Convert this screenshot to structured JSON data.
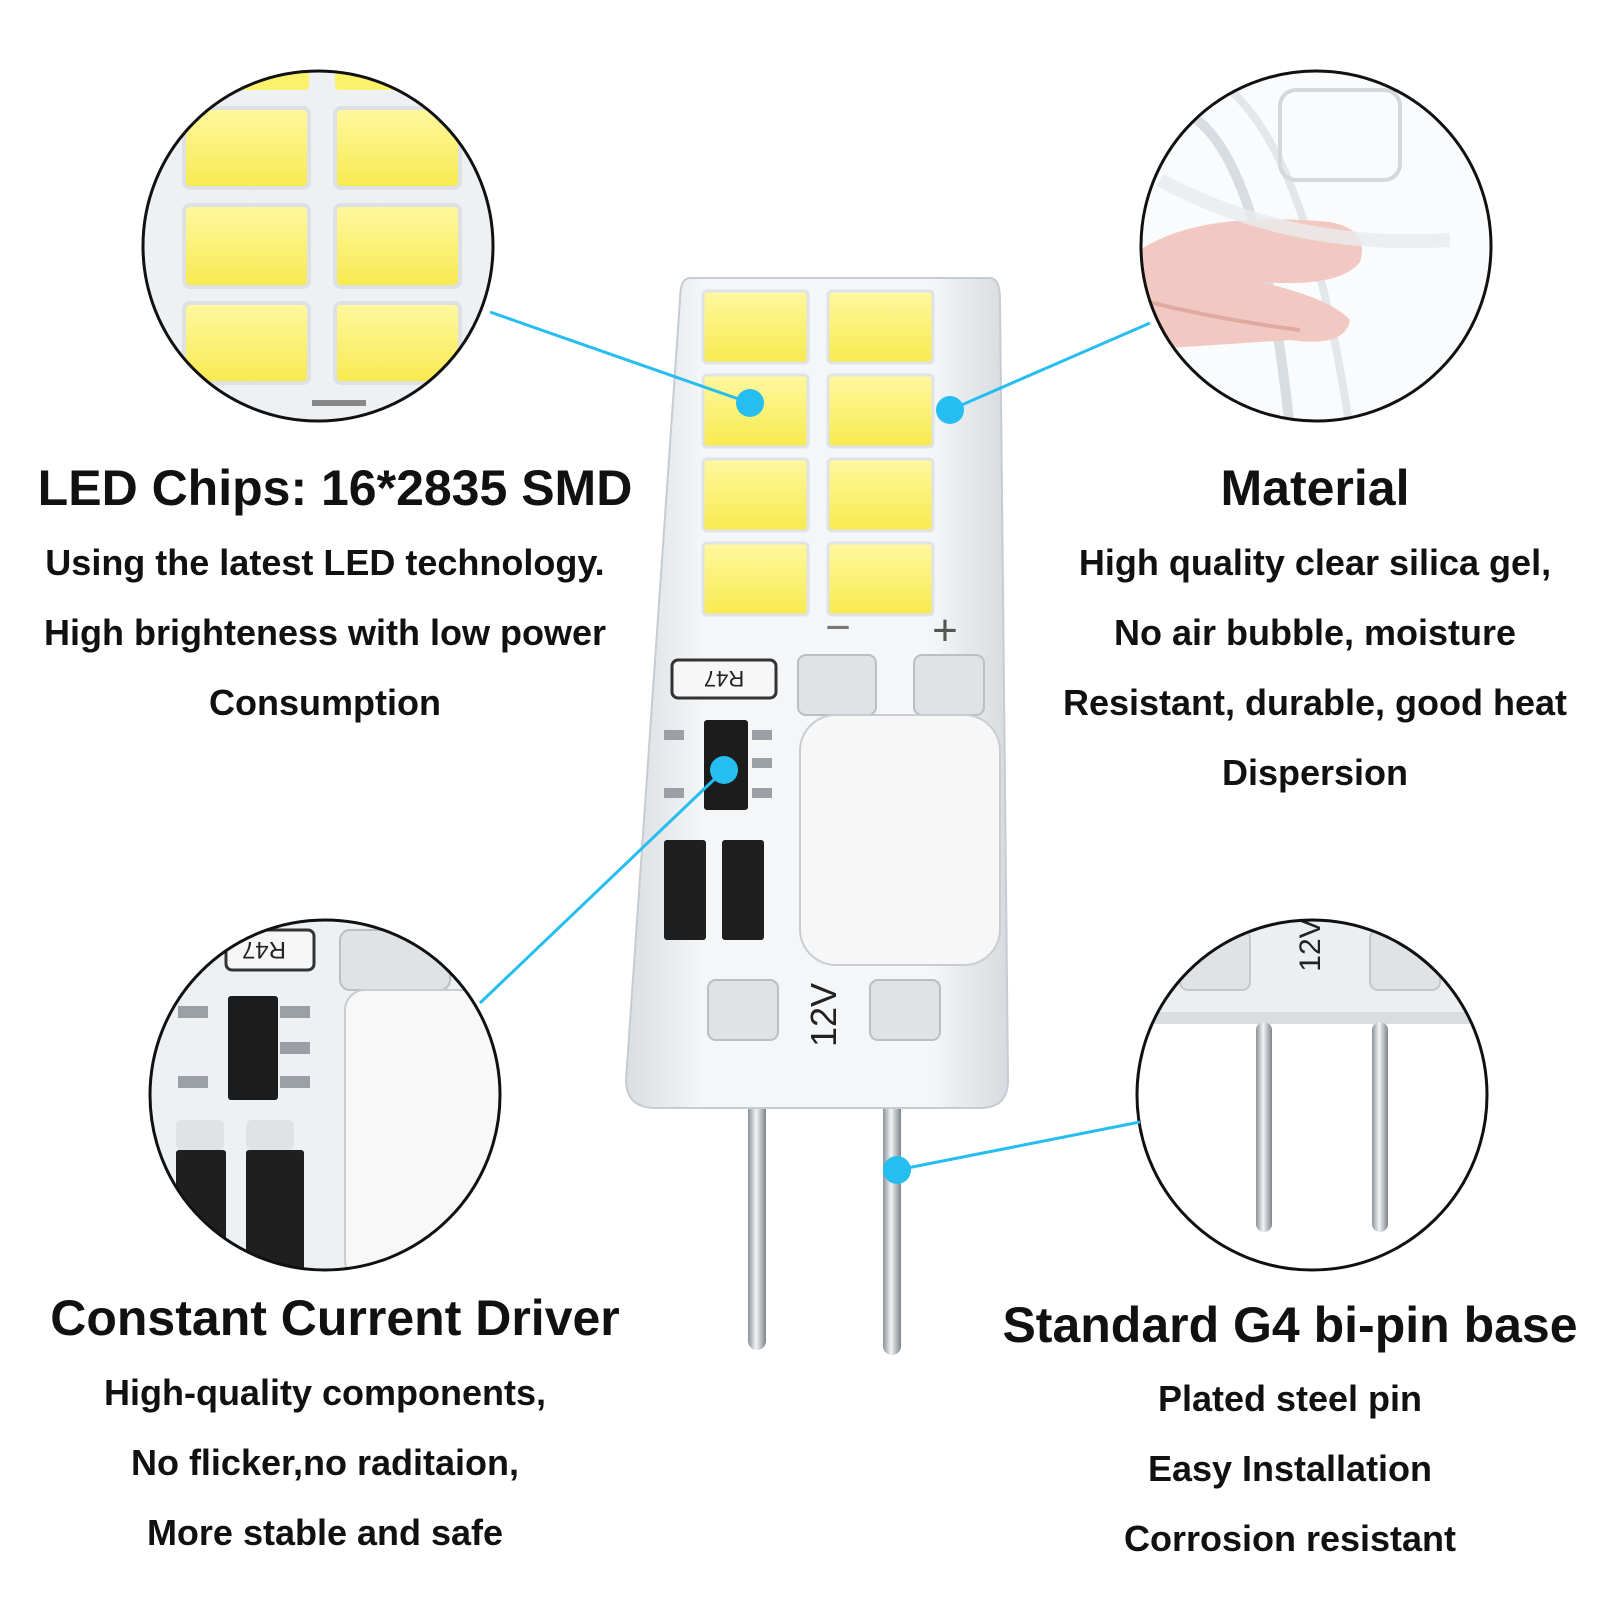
{
  "colors": {
    "callout": "#26bdf0",
    "led_yellow": "#fbf26c",
    "body_silicone": "#eef1f3",
    "text": "#111111"
  },
  "bulb": {
    "resistor_label": "R47",
    "voltage_label": "12V",
    "minus_sign": "−",
    "plus_sign": "+"
  },
  "features": {
    "led_chips": {
      "title": "LED Chips: 16*2835 SMD",
      "lines": [
        "Using the latest LED technology.",
        "High brighteness with low power",
        "Consumption"
      ]
    },
    "material": {
      "title": "Material",
      "lines": [
        "High quality clear silica gel,",
        "No air bubble, moisture",
        "Resistant, durable, good heat",
        "Dispersion"
      ]
    },
    "driver": {
      "title": "Constant Current Driver",
      "lines": [
        "High-quality components,",
        "No flicker,no raditaion,",
        "More stable and safe"
      ]
    },
    "base": {
      "title": "Standard G4 bi-pin base",
      "lines": [
        "Plated steel pin",
        "Easy Installation",
        "Corrosion resistant"
      ]
    }
  }
}
